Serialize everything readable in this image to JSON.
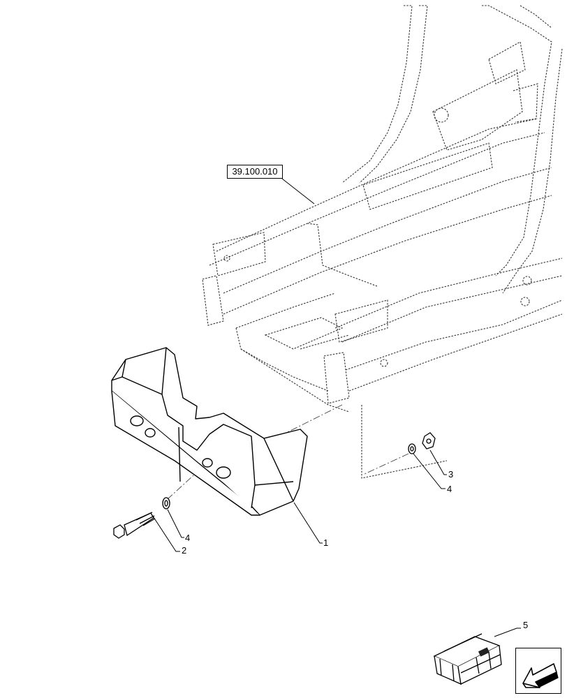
{
  "reference": {
    "label": "39.100.010"
  },
  "callouts": {
    "c1": "1",
    "c2": "2",
    "c3": "3",
    "c4a": "4",
    "c4b": "4",
    "c5": "5"
  },
  "icons": {
    "navigation": "arrow-back-icon",
    "kit": "crate-icon"
  }
}
